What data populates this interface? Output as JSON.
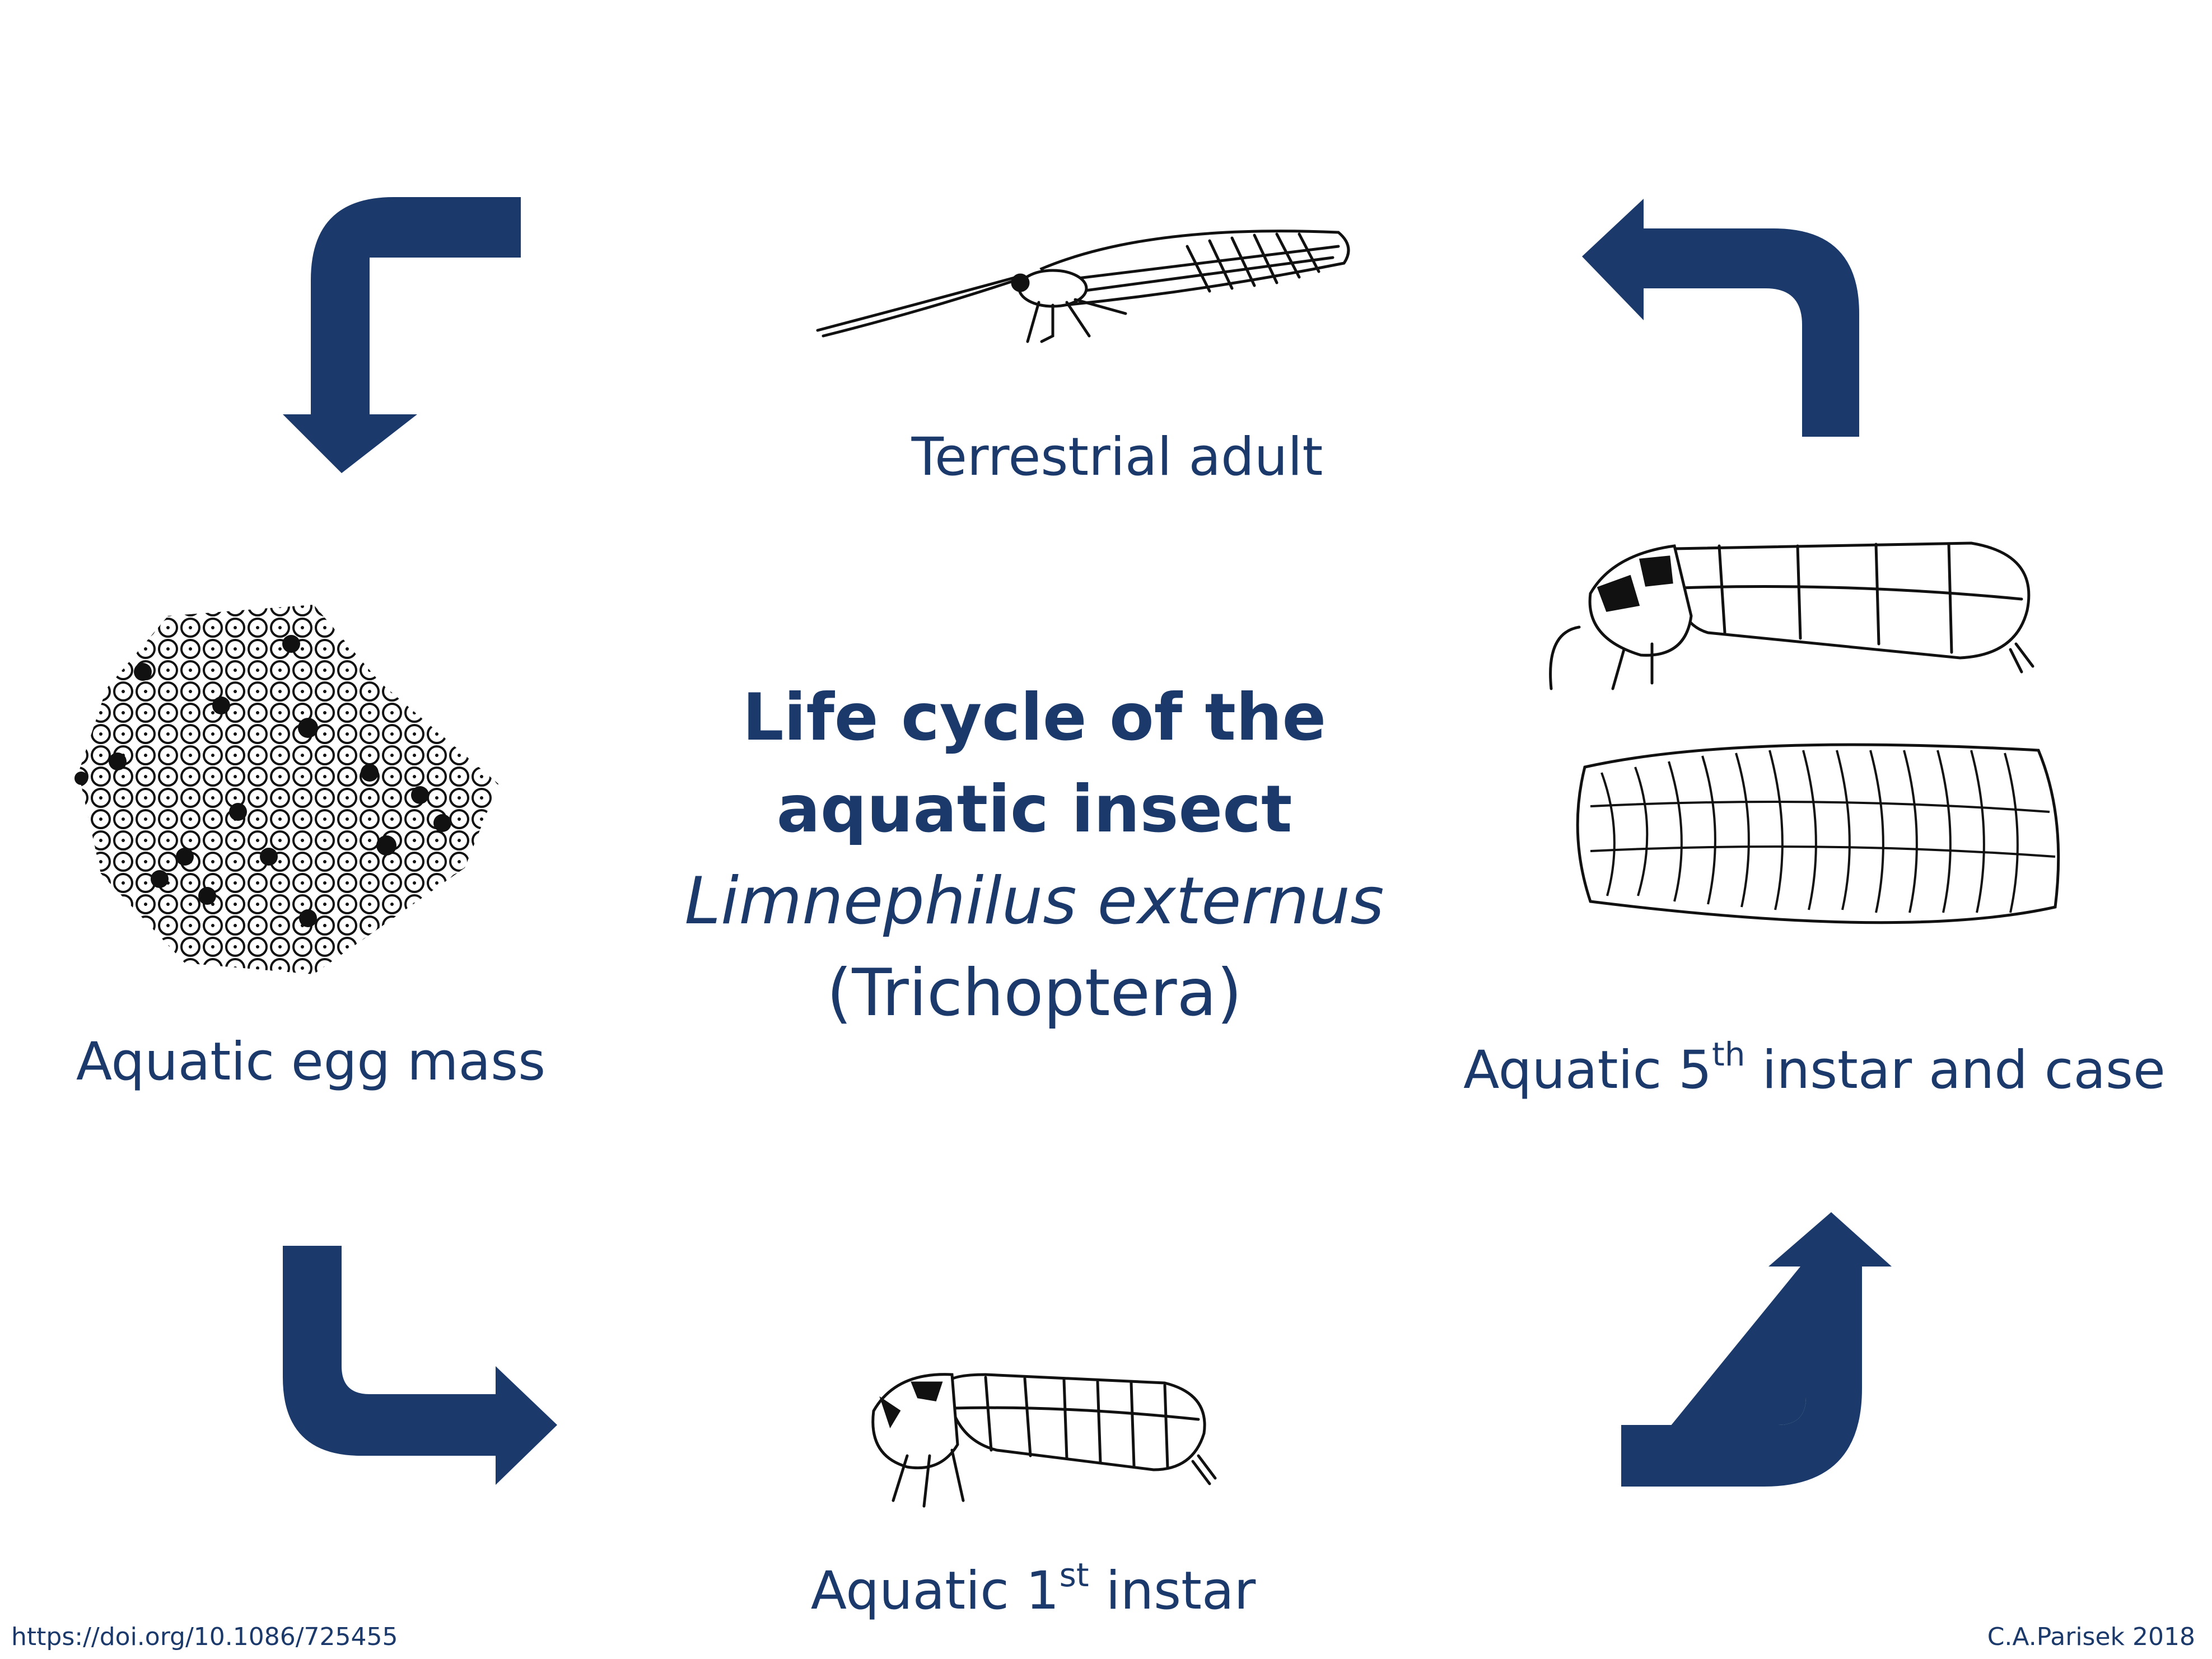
{
  "title": {
    "line1": "Life cycle of the",
    "line2": "aquatic insect",
    "species": "Limnephilus externus",
    "order": "(Trichoptera)"
  },
  "stages": {
    "adult": {
      "label": "Terrestrial adult"
    },
    "egg": {
      "label": "Aquatic egg mass"
    },
    "first_instar": {
      "label_prefix": "Aquatic 1",
      "label_sup": "st",
      "label_suffix": " instar"
    },
    "fifth_instar": {
      "label_prefix": "Aquatic 5",
      "label_sup": "th",
      "label_suffix": " instar and case"
    }
  },
  "footer": {
    "doi": "https://doi.org/10.1086/725455",
    "credit": "C.A.Parisek 2018"
  },
  "colors": {
    "arrow": "#1b3a6b",
    "text": "#1b3a6b",
    "drawing": "#111111"
  }
}
